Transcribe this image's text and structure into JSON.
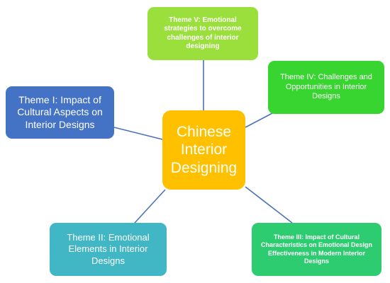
{
  "center": {
    "label": "Chinese Interior Designing",
    "color": "#FFC000"
  },
  "themes": [
    {
      "id": "theme1",
      "label": "Theme I: Impact of Cultural Aspects on Interior Designs",
      "color": "#4472C4"
    },
    {
      "id": "theme2",
      "label": "Theme II: Emotional Elements in Interior Designs",
      "color": "#41B6C4"
    },
    {
      "id": "theme3",
      "label": "Theme III: Impact of Cultural Characteristics on Emotional Design Effectiveness in Modern Interior Designs",
      "color": "#2ECC71"
    },
    {
      "id": "theme4",
      "label": "Theme IV: Challenges and Opportunities in Interior Designs",
      "color": "#38D430"
    },
    {
      "id": "theme5",
      "label": "Theme V: Emotional strategies to overcome challenges of interior designing",
      "color": "#9ADF3B"
    }
  ],
  "connector_color": "#4A72B8"
}
